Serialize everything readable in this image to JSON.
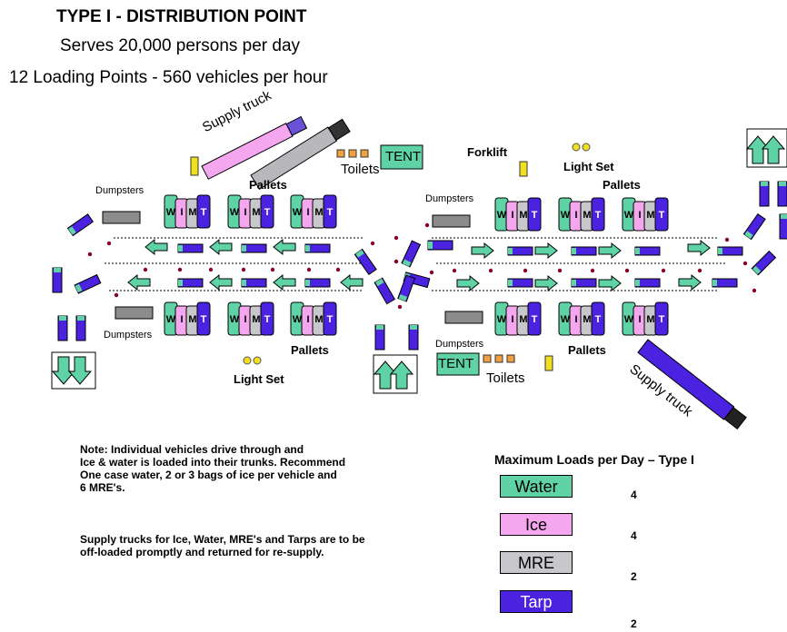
{
  "header": {
    "title": "TYPE I - DISTRIBUTION POINT",
    "subtitle1": "Serves 20,000 persons per day",
    "subtitle2": "12 Loading Points - 560 vehicles per hour"
  },
  "labels": {
    "supply_truck_top": "Supply truck",
    "supply_truck_bottom": "Supply truck",
    "toilets_top": "Toilets",
    "toilets_bottom": "Toilets",
    "tent_top": "TENT",
    "tent_bottom": "TENT",
    "forklift": "Forklift",
    "light_set_top": "Light Set",
    "light_set_bottom": "Light Set",
    "dumpsters_tl": "Dumpsters",
    "dumpsters_bl": "Dumpsters",
    "dumpsters_tr": "Dumpsters",
    "dumpsters_br": "Dumpsters",
    "pallets_tl": "Pallets",
    "pallets_bl": "Pallets",
    "pallets_tr": "Pallets",
    "pallets_br": "Pallets",
    "pallet_letters": [
      "W",
      "I",
      "M",
      "T"
    ]
  },
  "notes": {
    "note1": [
      "Note: Individual vehicles drive through and",
      "Ice & water is loaded into their trunks.  Recommend",
      "One case water, 2 or 3 bags of ice per vehicle and",
      "6 MRE's."
    ],
    "note2": [
      "Supply trucks for Ice, Water, MRE's and Tarps are to be",
      " off-loaded promptly and returned for re-supply."
    ]
  },
  "legend": {
    "title": "Maximum Loads per Day – Type I",
    "items": [
      {
        "label": "Water",
        "value": "4",
        "color": "#5fd3a5"
      },
      {
        "label": "Ice",
        "value": "4",
        "color": "#f4a6ee"
      },
      {
        "label": "MRE",
        "value": "2",
        "color": "#c8c8cc"
      },
      {
        "label": "Tarp",
        "value": "2",
        "color": "#4a22e0"
      }
    ]
  },
  "colors": {
    "water": "#5fd3a5",
    "ice": "#f4a6ee",
    "mre": "#c8c8cc",
    "tarp": "#4a22e0",
    "dumpster": "#8c8c8c",
    "truck_cab": "#6a52d8",
    "truck_trailer": "#b8b8bc",
    "cone": "#f0a040",
    "dot": "#880022",
    "light": "#f0e020"
  }
}
